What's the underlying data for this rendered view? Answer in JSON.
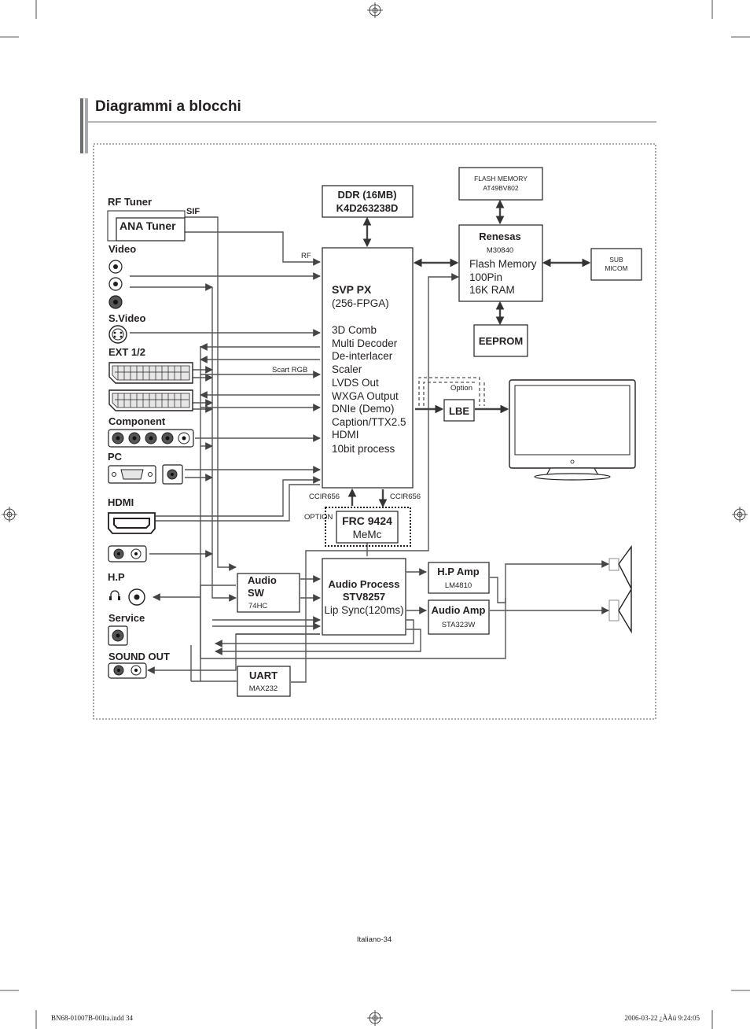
{
  "heading": "Diagrammi a blocchi",
  "blocks": {
    "ddr": {
      "line1": "DDR (16MB)",
      "line2": "K4D263238D"
    },
    "flash": {
      "line1": "FLASH MEMORY",
      "line2": "AT49BV802"
    },
    "renesas": {
      "title": "Renesas",
      "part": "M30840",
      "lines": [
        "Flash Memory",
        "100Pin",
        "16K RAM"
      ]
    },
    "sub_micom": {
      "line1": "SUB",
      "line2": "MICOM"
    },
    "eeprom": {
      "label": "EEPROM"
    },
    "svp": {
      "title": "SVP PX",
      "sub": "(256-FPGA)",
      "features": [
        "3D Comb",
        "Multi Decoder",
        "De-interlacer",
        "Scaler",
        "LVDS Out",
        "WXGA Output",
        "DNIe (Demo)",
        "Caption/TTX2.5",
        "HDMI",
        "10bit process"
      ]
    },
    "lbe": {
      "label": "LBE",
      "option": "Option"
    },
    "frc": {
      "title": "FRC 9424",
      "sub": "MeMc",
      "option": "OPTION"
    },
    "audio_sw": {
      "line1": "Audio",
      "line2": "SW",
      "part": "74HC"
    },
    "audio_proc": {
      "line1": "Audio Process",
      "line2": "STV8257",
      "line3": "Lip Sync(120ms)"
    },
    "hp_amp": {
      "title": "H.P Amp",
      "part": "LM4810"
    },
    "audio_amp": {
      "title": "Audio Amp",
      "part": "STA323W"
    },
    "uart": {
      "title": "UART",
      "part": "MAX232"
    }
  },
  "inputs": {
    "rf_tuner": "RF Tuner",
    "ana_tuner": "ANA Tuner",
    "sif": "SIF",
    "video": "Video",
    "svideo": "S.Video",
    "ext": "EXT 1/2",
    "component": "Component",
    "pc": "PC",
    "hdmi": "HDMI",
    "hp": "H.P",
    "service": "Service",
    "sound_out": "SOUND OUT"
  },
  "signals": {
    "rf": "RF",
    "scart_rgb": "Scart RGB",
    "ccir_left": "CCIR656",
    "ccir_right": "CCIR656"
  },
  "footer": {
    "folio": "Italiano-34",
    "file": "BN68-01007B-00Ita.indd   34",
    "stamp": "2006-03-22   ¿ÀÀü 9:24:05"
  }
}
